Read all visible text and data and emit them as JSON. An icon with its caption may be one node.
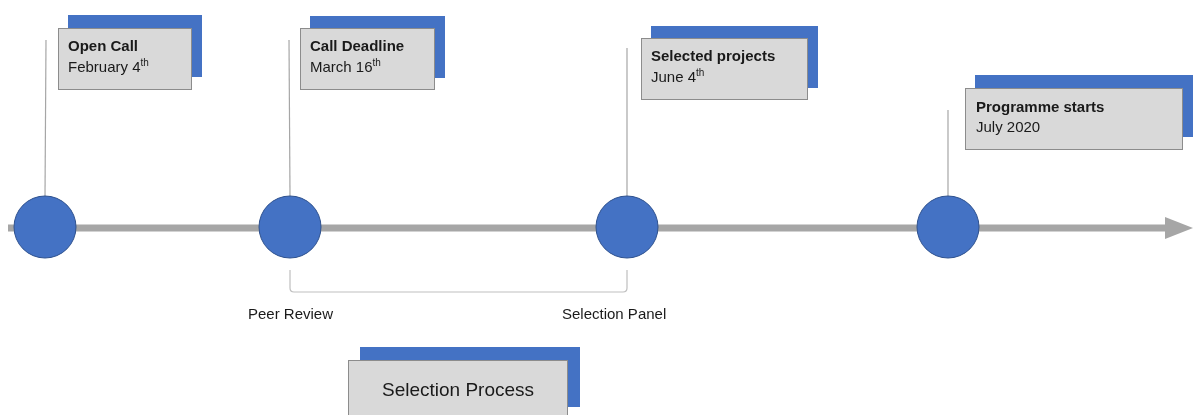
{
  "diagram": {
    "nodes": [
      {
        "text": [
          "Open Call",
          "February 4$^{th}$"
        ]
      },
      {
        "text": [
          "Call Deadline",
          "March 16$^{th}$"
        ]
      },
      {
        "text": [
          "Selected projects",
          "June 4$^{th}$"
        ]
      },
      {
        "text": [
          "Programme starts",
          "July 2020"
        ]
      },
      {
        "text": [],
        "shape": "circle"
      },
      {
        "text": [],
        "shape": "circle"
      },
      {
        "text": [],
        "shape": "circle"
      },
      {
        "text": [],
        "shape": "circle"
      },
      {
        "text": [
          "Selection Process"
        ]
      }
    ],
    "edges": [
      {
        "from": 0,
        "to": 4,
        "arrow": "none"
      },
      {
        "from": 1,
        "to": 5,
        "arrow": "none"
      },
      {
        "from": 2,
        "to": 6,
        "arrow": "none"
      },
      {
        "from": 3,
        "to": 7,
        "arrow": "none"
      }
    ],
    "labels": [
      "Peer Review",
      "Selection Panel"
    ]
  }
}
